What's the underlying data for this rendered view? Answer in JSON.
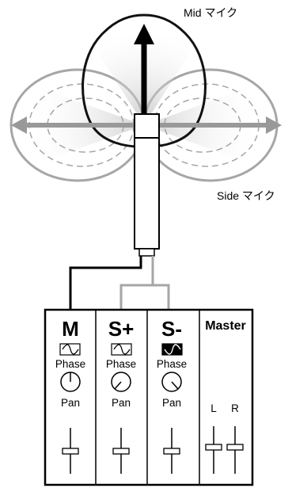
{
  "labels": {
    "mid_mic": "Mid マイク",
    "side_mic": "Side マイク"
  },
  "mixer": {
    "channels": [
      {
        "name": "M",
        "phase_label": "Phase",
        "phase_inverted": false,
        "pan_label": "Pan",
        "pan_position": "center"
      },
      {
        "name": "S+",
        "phase_label": "Phase",
        "phase_inverted": false,
        "pan_label": "Pan",
        "pan_position": "left"
      },
      {
        "name": "S-",
        "phase_label": "Phase",
        "phase_inverted": true,
        "pan_label": "Pan",
        "pan_position": "right"
      }
    ],
    "master": {
      "name": "Master",
      "left_label": "L",
      "right_label": "R"
    }
  },
  "colors": {
    "mid_pattern": "#000000",
    "side_pattern": "#a6a6a6",
    "side_arrow": "#999999",
    "wire_mid": "#000000",
    "wire_side": "#a6a6a6"
  },
  "icons": {
    "mid_arrow": "arrow-up-icon",
    "side_arrow": "double-arrow-icon",
    "phase": "sine-wave-icon",
    "pan": "knob-icon",
    "fader": "fader-icon"
  }
}
